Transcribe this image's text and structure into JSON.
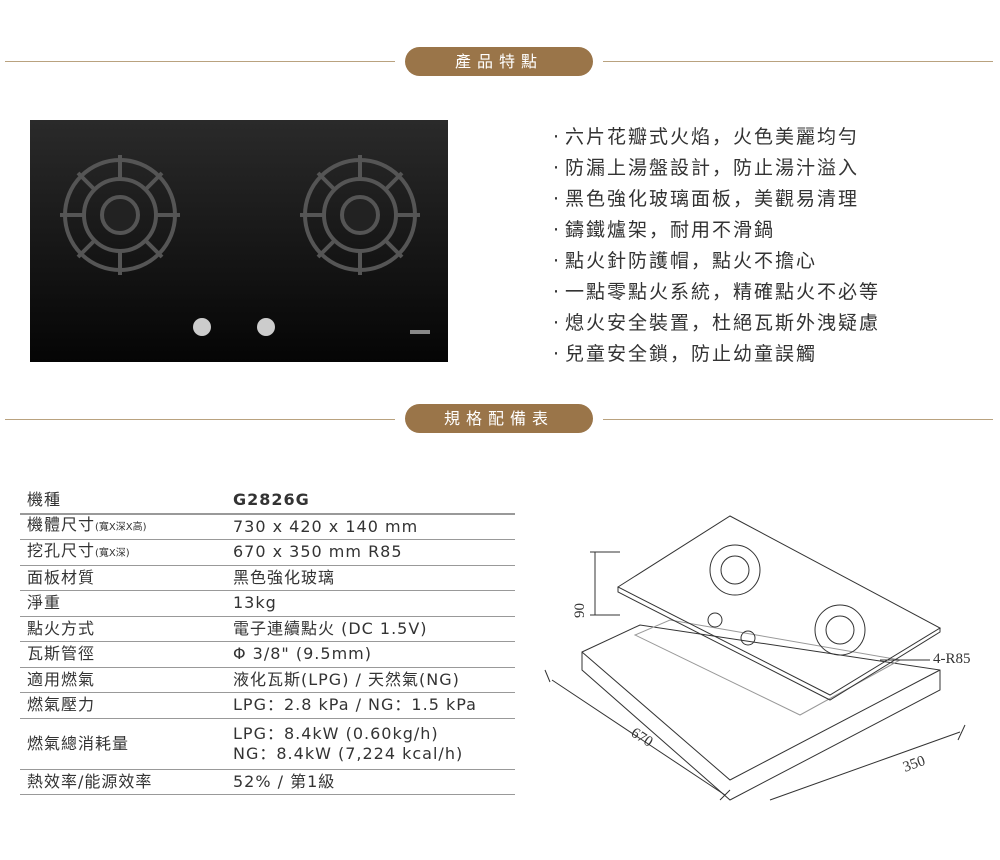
{
  "sections": {
    "features_title": "產品特點",
    "specs_title": "規格配備表"
  },
  "features": [
    "六片花瓣式火焰，火色美麗均勻",
    "防漏上湯盤設計，防止湯汁溢入",
    "黑色強化玻璃面板，美觀易清理",
    "鑄鐵爐架，耐用不滑鍋",
    "點火針防護帽，點火不擔心",
    "一點零點火系統，精確點火不必等",
    "熄火安全裝置，杜絕瓦斯外洩疑慮",
    "兒童安全鎖，防止幼童誤觸"
  ],
  "specs": [
    {
      "label": "機種",
      "note": "",
      "value": "G2826G"
    },
    {
      "label": "機體尺寸",
      "note": "(寬X深X高)",
      "value": "730 x 420 x 140 mm"
    },
    {
      "label": "挖孔尺寸",
      "note": "(寬X深)",
      "value": "670 x 350 mm R85"
    },
    {
      "label": "面板材質",
      "note": "",
      "value": "黑色強化玻璃"
    },
    {
      "label": "淨重",
      "note": "",
      "value": "13kg"
    },
    {
      "label": "點火方式",
      "note": "",
      "value": "電子連續點火 (DC 1.5V)"
    },
    {
      "label": "瓦斯管徑",
      "note": "",
      "value": "Φ 3/8\" (9.5mm)"
    },
    {
      "label": "適用燃氣",
      "note": "",
      "value": "液化瓦斯(LPG) / 天然氣(NG)"
    },
    {
      "label": "燃氣壓力",
      "note": "",
      "value": "LPG：2.8 kPa / NG：1.5 kPa"
    },
    {
      "label": "燃氣總消耗量",
      "note": "",
      "value": "LPG：8.4kW (0.60kg/h)",
      "value2": "NG：8.4kW (7,224 kcal/h)"
    },
    {
      "label": "熱效率/能源效率",
      "note": "",
      "value": "52% / 第1級"
    }
  ],
  "diagram": {
    "height": "90",
    "width": "670",
    "depth": "350",
    "radius": "4-R85"
  },
  "colors": {
    "accent": "#9a7549",
    "line": "#b9a27f"
  }
}
